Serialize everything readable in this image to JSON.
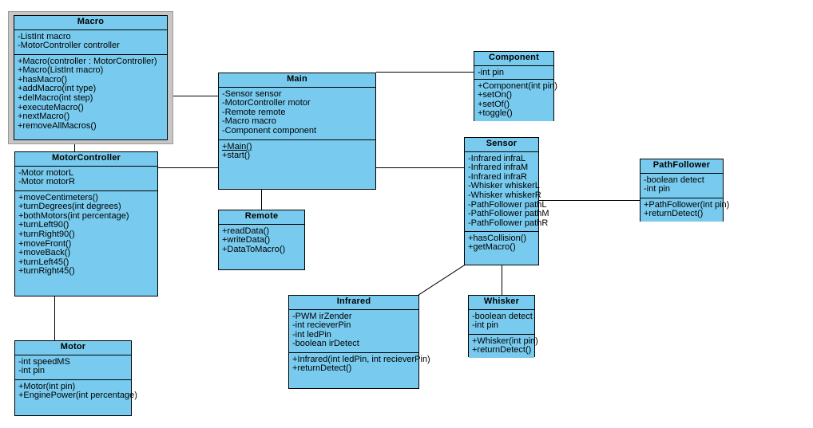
{
  "diagram": {
    "kind": "uml-class-diagram",
    "background": "#ffffff",
    "class_fill": "#78CBEE",
    "class_border": "#000000",
    "selection_color": "#C6C6C6",
    "selected_class": "Macro"
  },
  "classes": {
    "macro": {
      "name": "Macro",
      "attributes": [
        "-ListInt macro",
        "-MotorController controller"
      ],
      "operations": [
        "+Macro(controller : MotorController)",
        "+Macro(ListInt macro)",
        "+hasMacro()",
        "+addMacro(int type)",
        "+delMacro(int step)",
        "+executeMacro()",
        "+nextMacro()",
        "+removeAllMacros()"
      ]
    },
    "motorcontroller": {
      "name": "MotorController",
      "attributes": [
        "-Motor motorL",
        "-Motor motorR"
      ],
      "operations": [
        "+moveCentimeters()",
        "+turnDegrees(int degrees)",
        "+bothMotors(int percentage)",
        "+turnLeft90()",
        "+turnRight90()",
        "+moveFront()",
        "+moveBack()",
        "+turnLeft45()",
        "+turnRight45()"
      ]
    },
    "motor": {
      "name": "Motor",
      "attributes": [
        "-int speedMS",
        "-int pin"
      ],
      "operations": [
        "+Motor(int pin)",
        "+EnginePower(int percentage)"
      ]
    },
    "main": {
      "name": "Main",
      "attributes": [
        "-Sensor sensor",
        "-MotorController motor",
        "-Remote remote",
        "-Macro macro",
        "-Component component"
      ],
      "operations": [
        "+Main()",
        "+start()"
      ],
      "static_operations": [
        "+Main()"
      ]
    },
    "remote": {
      "name": "Remote",
      "attributes": [],
      "operations": [
        "+readData()",
        "+writeData()",
        "+DataToMacro()"
      ]
    },
    "component": {
      "name": "Component",
      "attributes": [
        "-int pin"
      ],
      "operations": [
        "+Component(int pin)",
        "+setOn()",
        "+setOf()",
        "+toggle()"
      ]
    },
    "sensor": {
      "name": "Sensor",
      "attributes": [
        "-Infrared infraL",
        "-Infrared infraM",
        "-Infrared infraR",
        "-Whisker whiskerL",
        "-Whisker whiskerR",
        "-PathFollower pathL",
        "-PathFollower pathM",
        "-PathFollower pathR"
      ],
      "operations": [
        "+hasCollision()",
        "+getMacro()"
      ]
    },
    "pathfollower": {
      "name": "PathFollower",
      "attributes": [
        "-boolean detect",
        "-int pin"
      ],
      "operations": [
        "+PathFollower(int pin)",
        "+returnDetect()"
      ]
    },
    "infrared": {
      "name": "Infrared",
      "attributes": [
        "-PWM irZender",
        "-int recieverPin",
        "-int ledPin",
        "-boolean irDetect"
      ],
      "operations": [
        "+Infrared(int ledPin, int recieverPin)",
        "+returnDetect()"
      ]
    },
    "whisker": {
      "name": "Whisker",
      "attributes": [
        "-boolean detect",
        "-int pin"
      ],
      "operations": [
        "+Whisker(int pin)",
        "+returnDetect()"
      ]
    }
  },
  "associations": [
    {
      "from": "Macro",
      "to": "Main"
    },
    {
      "from": "Macro",
      "to": "MotorController"
    },
    {
      "from": "MotorController",
      "to": "Main"
    },
    {
      "from": "MotorController",
      "to": "Motor"
    },
    {
      "from": "Main",
      "to": "Component"
    },
    {
      "from": "Main",
      "to": "Sensor"
    },
    {
      "from": "Main",
      "to": "Remote"
    },
    {
      "from": "Sensor",
      "to": "PathFollower"
    },
    {
      "from": "Sensor",
      "to": "Whisker"
    },
    {
      "from": "Sensor",
      "to": "Infrared"
    }
  ]
}
